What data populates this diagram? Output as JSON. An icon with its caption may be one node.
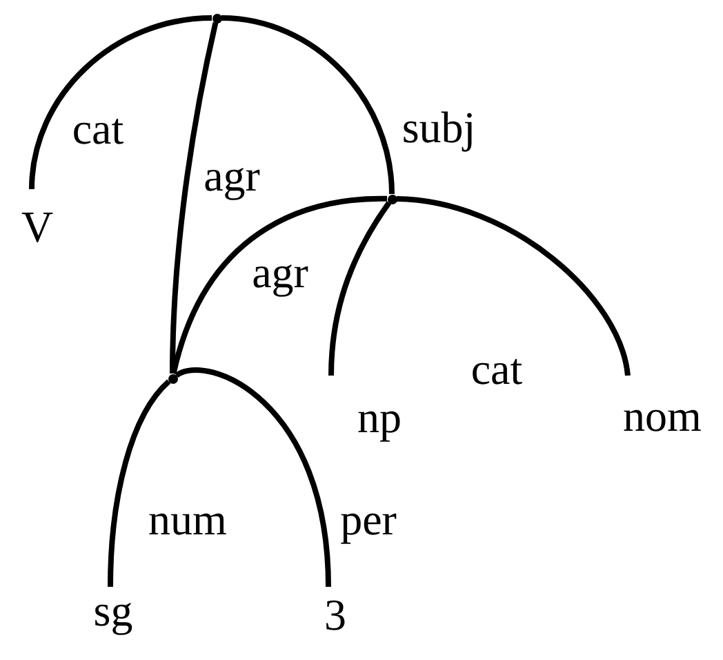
{
  "diagram": {
    "nodes": [
      {
        "text": [],
        "shape": "dot"
      },
      {
        "text": [
          "V"
        ]
      },
      {
        "text": [],
        "shape": "dot"
      },
      {
        "text": [],
        "shape": "dot"
      },
      {
        "text": [
          "np"
        ]
      },
      {
        "text": [
          "nom"
        ]
      },
      {
        "text": [
          "sg"
        ]
      },
      {
        "text": [
          "3"
        ]
      }
    ],
    "edges": [
      {
        "from": 0,
        "to": 1,
        "arrow": "none",
        "label": "cat"
      },
      {
        "from": 0,
        "to": 3,
        "arrow": "none",
        "label": "agr"
      },
      {
        "from": 0,
        "to": 2,
        "arrow": "none",
        "label": "subj"
      },
      {
        "from": 2,
        "to": 3,
        "arrow": "none",
        "label": "agr"
      },
      {
        "from": 2,
        "to": 4,
        "arrow": "none",
        "label": "cat"
      },
      {
        "from": 2,
        "to": 5,
        "arrow": "none"
      },
      {
        "from": 3,
        "to": 6,
        "arrow": "none",
        "label": "num"
      },
      {
        "from": 3,
        "to": 7,
        "arrow": "none",
        "label": "per"
      }
    ]
  }
}
